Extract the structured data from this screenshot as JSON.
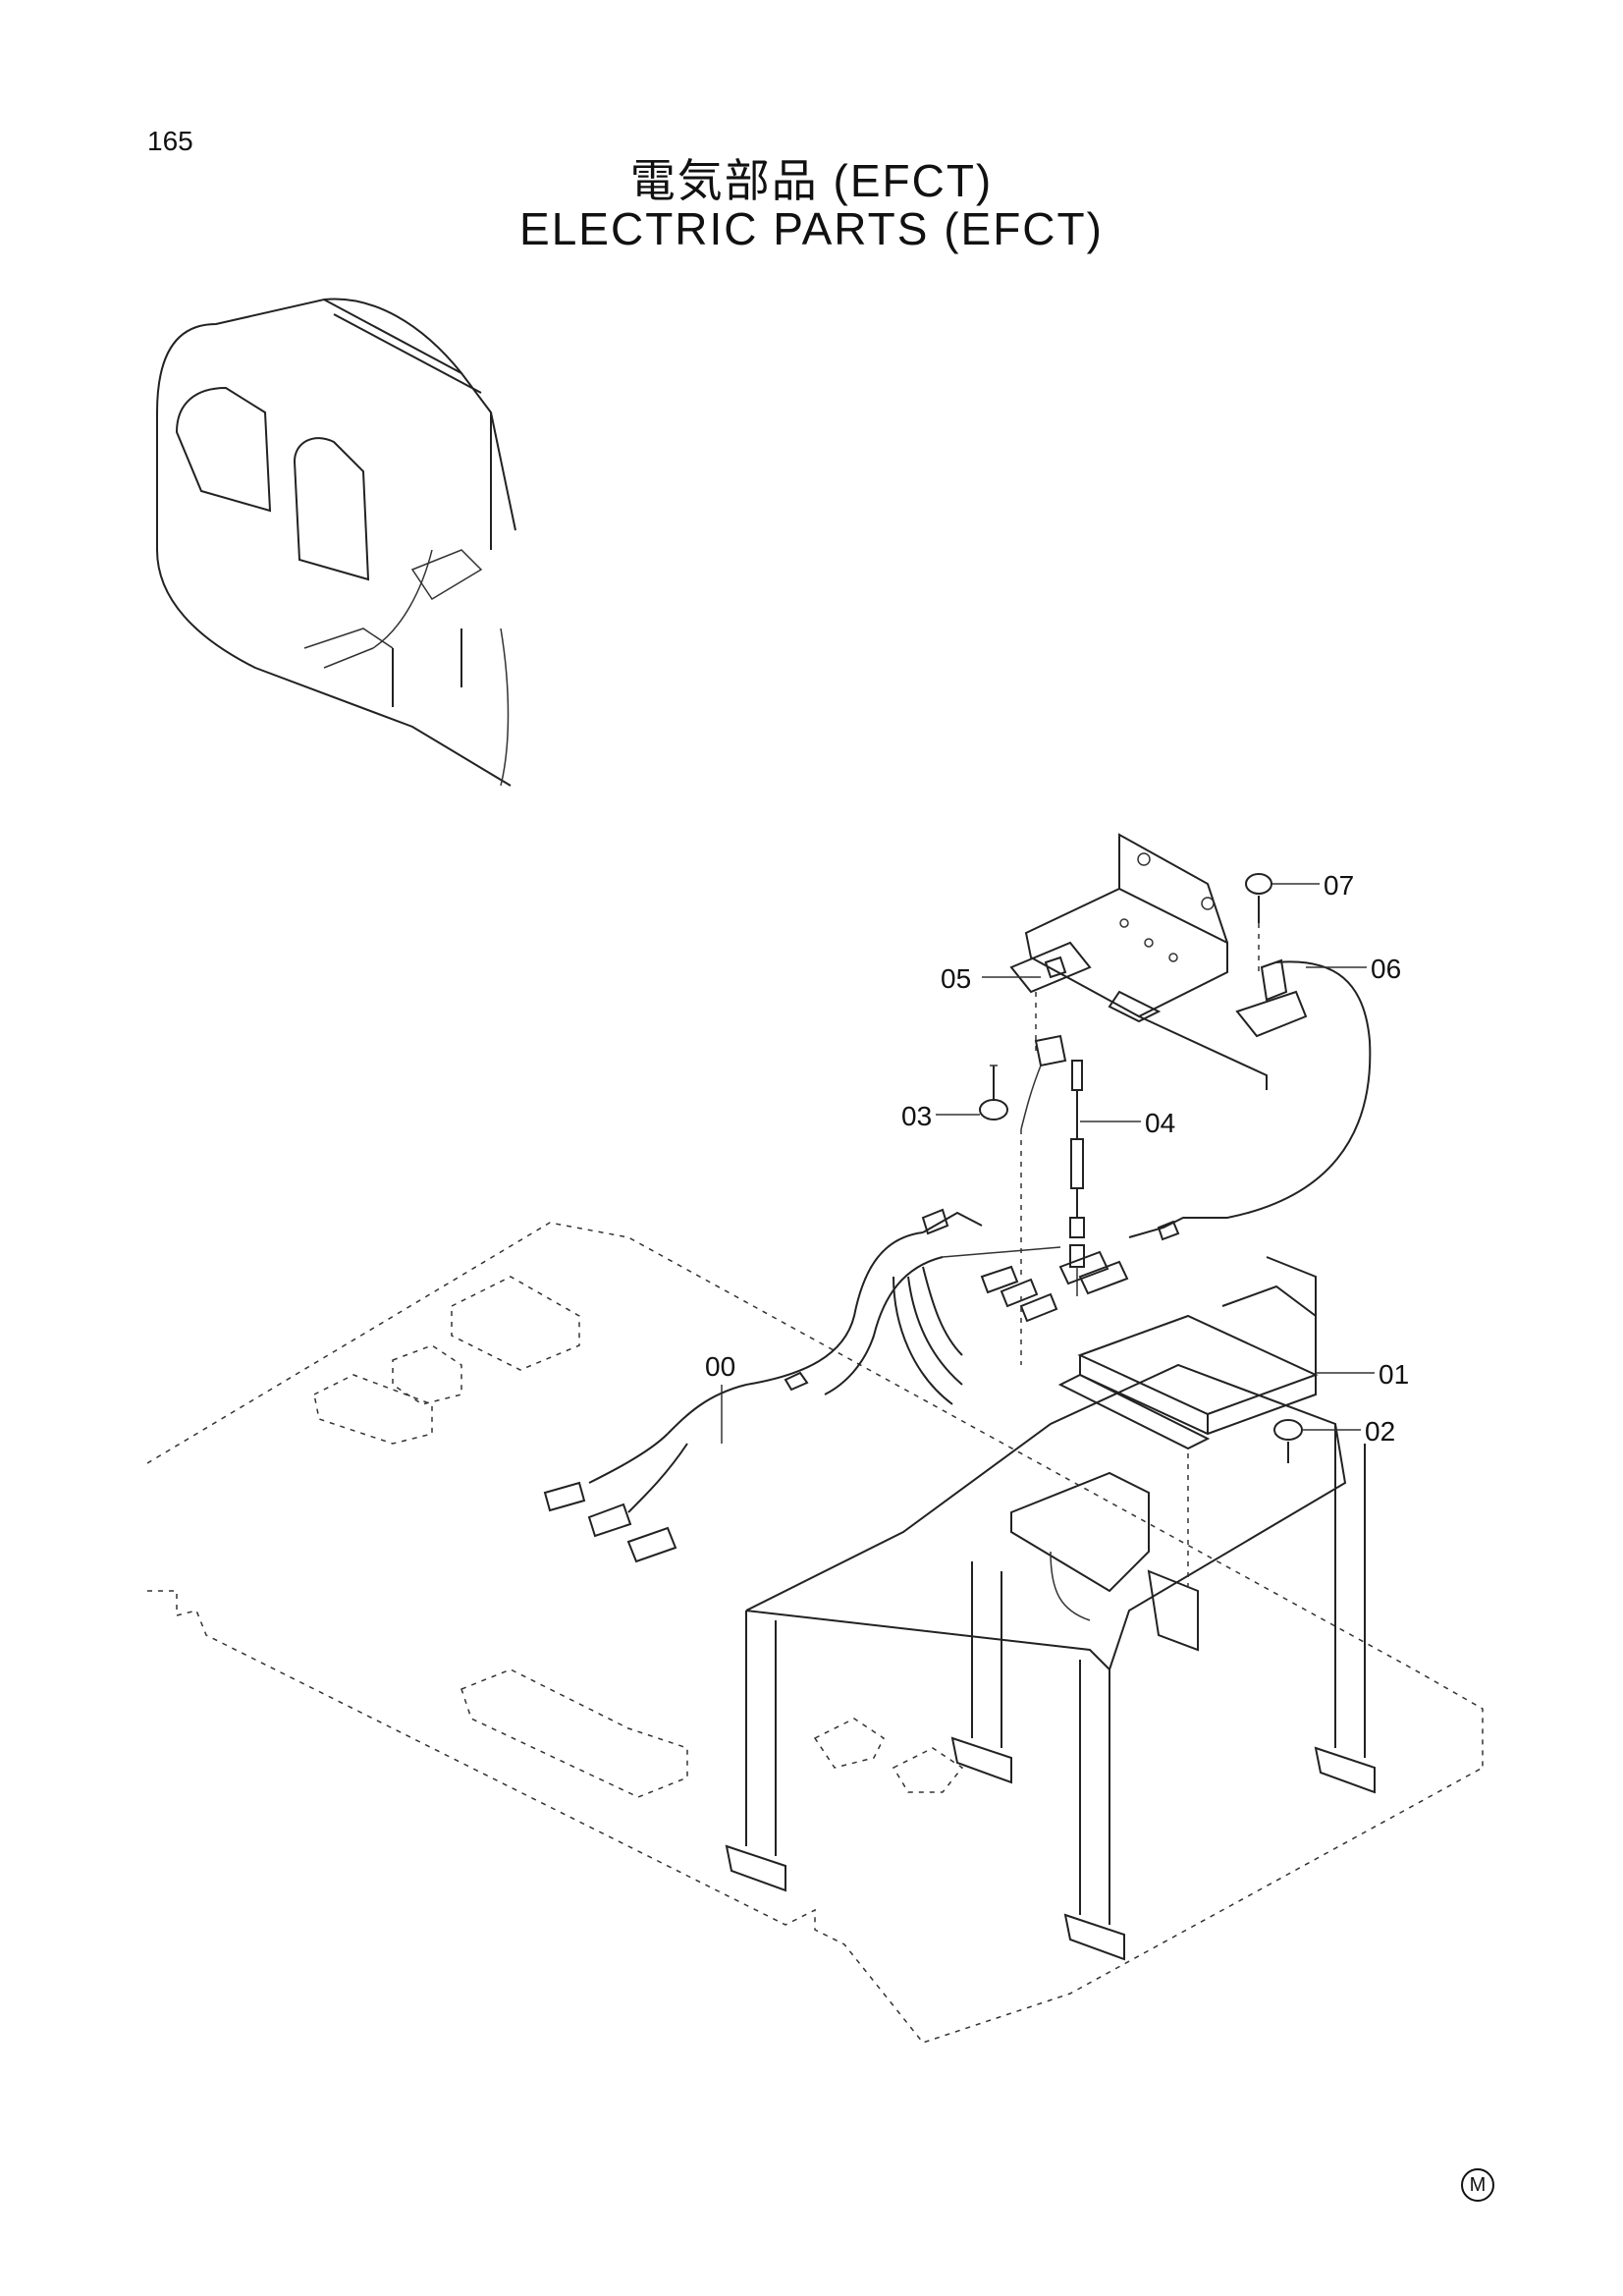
{
  "page_number": "165",
  "title_jp": "電気部品 (EFCT)",
  "title_en": "ELECTRIC  PARTS (EFCT)",
  "callouts": {
    "c00": "00",
    "c01": "01",
    "c02": "02",
    "c03": "03",
    "c04": "04",
    "c05": "05",
    "c06": "06",
    "c07": "07"
  },
  "corner_mark": "M"
}
